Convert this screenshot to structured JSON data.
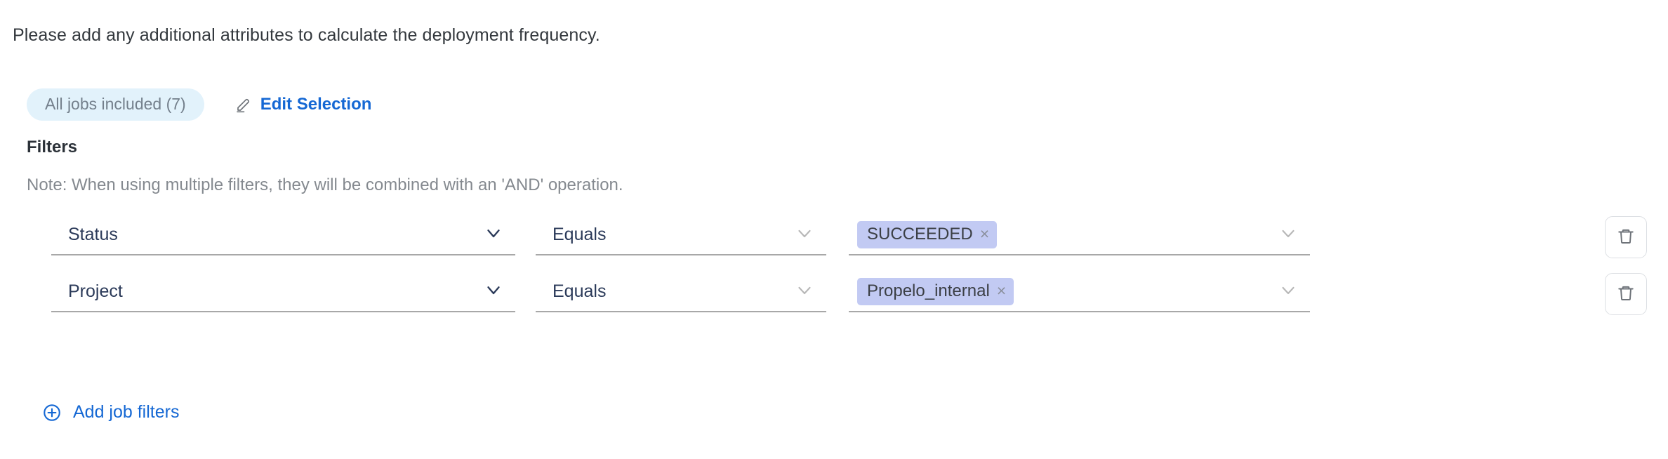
{
  "prompt": "Please add any additional attributes to calculate the deployment frequency.",
  "selection": {
    "jobs_pill_label": "All jobs included (7)",
    "edit_label": "Edit Selection",
    "edit_icon": "pencil-icon"
  },
  "filters": {
    "title": "Filters",
    "note": "Note: When using multiple filters, they will be combined with an 'AND' operation.",
    "rows": [
      {
        "attribute": "Status",
        "operator": "Equals",
        "value_chip": "SUCCEEDED",
        "chip_remove_icon": "×",
        "delete_icon": "trash-icon"
      },
      {
        "attribute": "Project",
        "operator": "Equals",
        "value_chip": "Propelo_internal",
        "chip_remove_icon": "×",
        "delete_icon": "trash-icon"
      }
    ],
    "add_filters_label": "Add job filters",
    "add_filters_icon": "plus-circle-icon"
  },
  "colors": {
    "link_blue": "#1568d4",
    "pill_bg": "#e2f2fb",
    "pill_text": "#74808c",
    "chip_bg": "#c2caf3",
    "field_text": "#2b3a59",
    "underline": "#a8a8a8",
    "note_text": "#84898f"
  }
}
